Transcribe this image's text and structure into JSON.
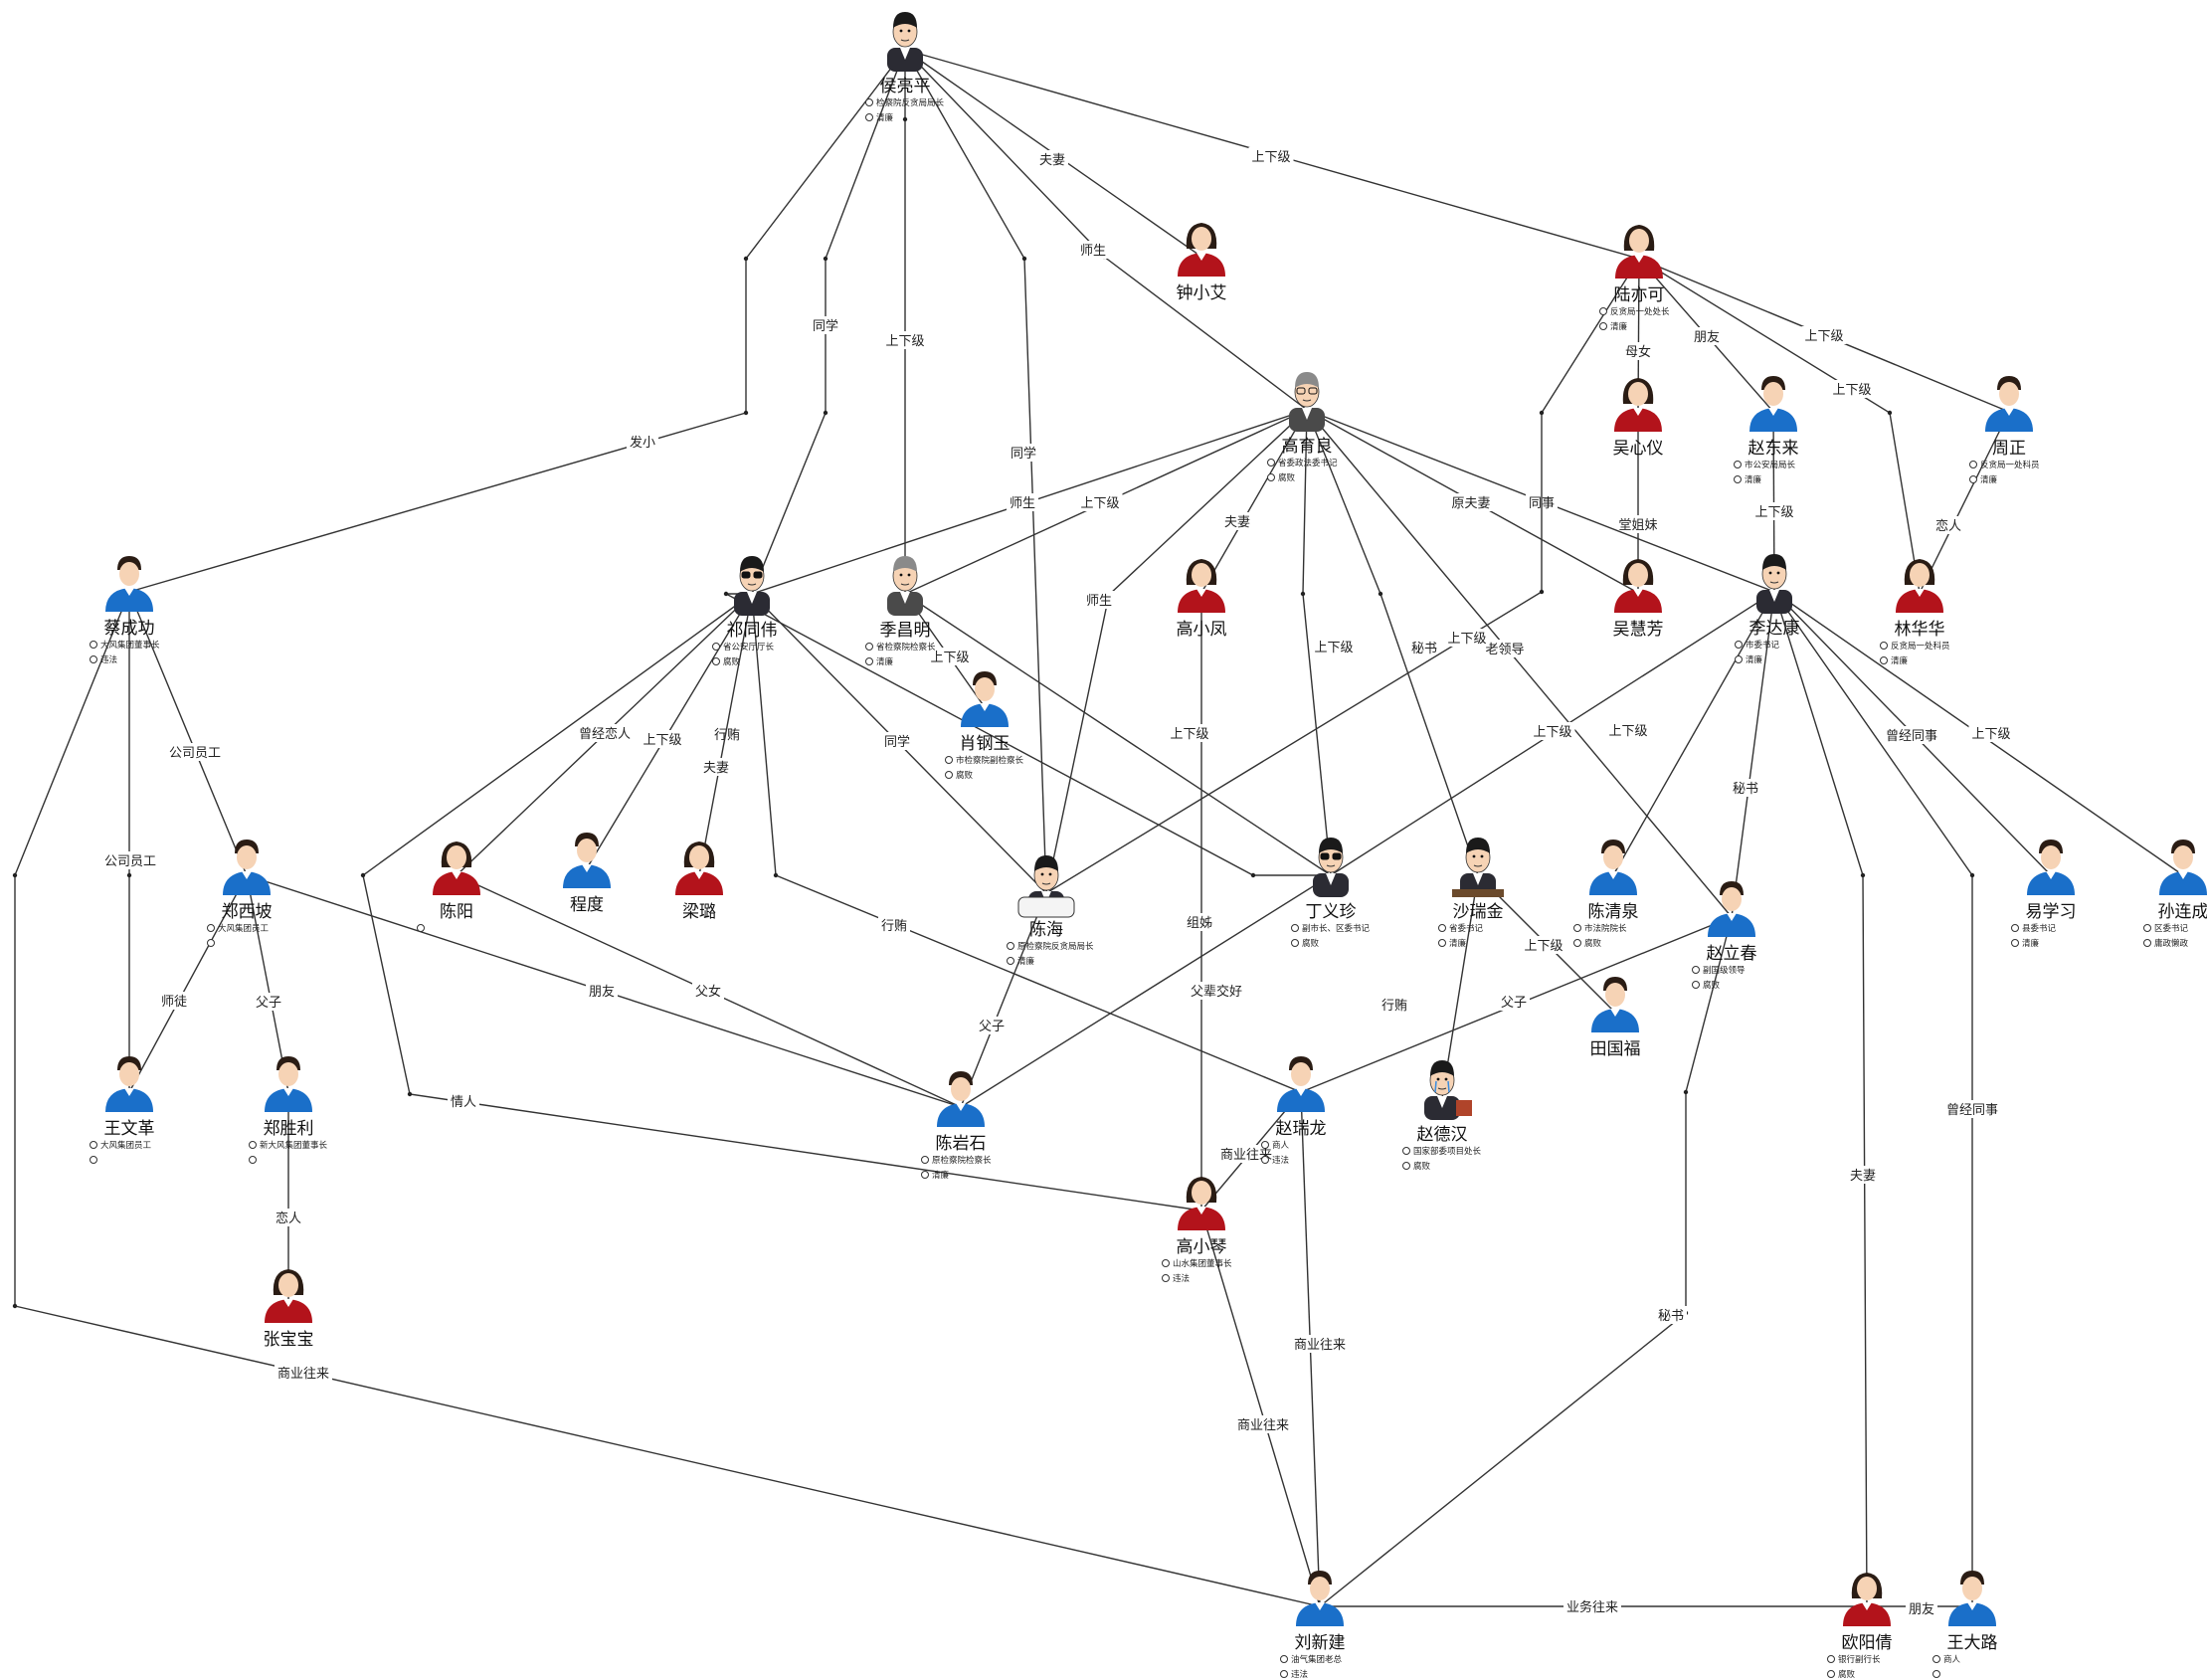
{
  "colors": {
    "male": "#1a6fc9",
    "female": "#b3131b",
    "skin": "#f6d3b5",
    "hair": "#2a1c14",
    "line": "#333333"
  },
  "nodes": [
    {
      "id": "hlp",
      "name": "侯亮平",
      "gender": "male",
      "icon": "cartoon-man-suit-icon",
      "attrs": [
        "检察院反贪局局长",
        "清廉"
      ]
    },
    {
      "id": "zxw",
      "name": "钟小艾",
      "gender": "female",
      "icon": "woman-avatar-icon",
      "attrs": []
    },
    {
      "id": "lyk",
      "name": "陆亦可",
      "gender": "female",
      "icon": "woman-avatar-icon",
      "attrs": [
        "反贪局一处处长",
        "清廉"
      ]
    },
    {
      "id": "wxy",
      "name": "吴心仪",
      "gender": "female",
      "icon": "woman-avatar-icon",
      "attrs": []
    },
    {
      "id": "zdl",
      "name": "赵东来",
      "gender": "male",
      "icon": "man-avatar-icon",
      "attrs": [
        "市公安局局长",
        "清廉"
      ]
    },
    {
      "id": "zz",
      "name": "周正",
      "gender": "male",
      "icon": "man-avatar-icon",
      "attrs": [
        "反贪局一处科员",
        "清廉"
      ]
    },
    {
      "id": "gyl",
      "name": "高育良",
      "gender": "male",
      "icon": "cartoon-old-man-glasses-icon",
      "attrs": [
        "省委政法委书记",
        "腐败"
      ]
    },
    {
      "id": "gxf",
      "name": "高小凤",
      "gender": "female",
      "icon": "woman-avatar-icon",
      "attrs": []
    },
    {
      "id": "whf",
      "name": "吴慧芳",
      "gender": "female",
      "icon": "woman-avatar-icon",
      "attrs": []
    },
    {
      "id": "ldk",
      "name": "李达康",
      "gender": "male",
      "icon": "cartoon-man-sitting-icon",
      "attrs": [
        "市委书记",
        "清廉"
      ]
    },
    {
      "id": "lhh",
      "name": "林华华",
      "gender": "female",
      "icon": "woman-avatar-icon",
      "attrs": [
        "反贪局一处科员",
        "清廉"
      ]
    },
    {
      "id": "ccg",
      "name": "蔡成功",
      "gender": "male",
      "icon": "man-avatar-icon",
      "attrs": [
        "大风集团董事长",
        "违法"
      ]
    },
    {
      "id": "qtw",
      "name": "祁同伟",
      "gender": "male",
      "icon": "cartoon-man-sunglasses-icon",
      "attrs": [
        "省公安厅厅长",
        "腐败"
      ]
    },
    {
      "id": "jcm",
      "name": "季昌明",
      "gender": "male",
      "icon": "cartoon-old-man-icon",
      "attrs": [
        "省检察院检察长",
        "清廉"
      ]
    },
    {
      "id": "xgy",
      "name": "肖钢玉",
      "gender": "male",
      "icon": "man-avatar-icon",
      "attrs": [
        "市检察院副检察长",
        "腐败"
      ]
    },
    {
      "id": "zxp",
      "name": "郑西坡",
      "gender": "male",
      "icon": "man-avatar-icon",
      "attrs": [
        "大风集团员工",
        ""
      ]
    },
    {
      "id": "cy",
      "name": "陈阳",
      "gender": "female",
      "icon": "woman-avatar-icon",
      "attrs": [
        ""
      ]
    },
    {
      "id": "cd",
      "name": "程度",
      "gender": "male",
      "icon": "man-avatar-icon",
      "attrs": []
    },
    {
      "id": "ll",
      "name": "梁璐",
      "gender": "female",
      "icon": "woman-avatar-icon",
      "attrs": []
    },
    {
      "id": "ch",
      "name": "陈海",
      "gender": "male",
      "icon": "cartoon-bed-patient-icon",
      "attrs": [
        "原检察院反贪局局长",
        "清廉"
      ]
    },
    {
      "id": "dyz",
      "name": "丁义珍",
      "gender": "male",
      "icon": "cartoon-man-shades-icon",
      "attrs": [
        "副市长、区委书记",
        "腐败"
      ]
    },
    {
      "id": "srj",
      "name": "沙瑞金",
      "gender": "male",
      "icon": "cartoon-man-desk-icon",
      "attrs": [
        "省委书记",
        "清廉"
      ]
    },
    {
      "id": "cqq",
      "name": "陈清泉",
      "gender": "male",
      "icon": "man-avatar-icon",
      "attrs": [
        "市法院院长",
        "腐败"
      ]
    },
    {
      "id": "zlc",
      "name": "赵立春",
      "gender": "male",
      "icon": "man-avatar-icon",
      "attrs": [
        "副国级领导",
        "腐败"
      ]
    },
    {
      "id": "yxx",
      "name": "易学习",
      "gender": "male",
      "icon": "man-avatar-icon",
      "attrs": [
        "县委书记",
        "清廉"
      ]
    },
    {
      "id": "slc",
      "name": "孙连成",
      "gender": "male",
      "icon": "man-avatar-icon",
      "attrs": [
        "区委书记",
        "庸政懒政"
      ]
    },
    {
      "id": "tgf",
      "name": "田国福",
      "gender": "male",
      "icon": "man-avatar-icon",
      "attrs": []
    },
    {
      "id": "wwg",
      "name": "王文革",
      "gender": "male",
      "icon": "man-avatar-icon",
      "attrs": [
        "大风集团员工",
        ""
      ]
    },
    {
      "id": "zsl",
      "name": "郑胜利",
      "gender": "male",
      "icon": "man-avatar-icon",
      "attrs": [
        "新大风集团董事长",
        ""
      ]
    },
    {
      "id": "zbb",
      "name": "张宝宝",
      "gender": "female",
      "icon": "woman-avatar-icon",
      "attrs": []
    },
    {
      "id": "cys",
      "name": "陈岩石",
      "gender": "male",
      "icon": "man-avatar-icon",
      "attrs": [
        "原检察院检察长",
        "清廉"
      ]
    },
    {
      "id": "zrl",
      "name": "赵瑞龙",
      "gender": "male",
      "icon": "man-avatar-icon",
      "attrs": [
        "商人",
        "违法"
      ]
    },
    {
      "id": "zdh",
      "name": "赵德汉",
      "gender": "male",
      "icon": "cartoon-crying-man-icon",
      "attrs": [
        "国家部委项目处长",
        "腐败"
      ]
    },
    {
      "id": "gxq",
      "name": "高小琴",
      "gender": "female",
      "icon": "woman-avatar-icon",
      "attrs": [
        "山水集团董事长",
        "违法"
      ]
    },
    {
      "id": "lxj",
      "name": "刘新建",
      "gender": "male",
      "icon": "man-avatar-icon",
      "attrs": [
        "油气集团老总",
        "违法"
      ]
    },
    {
      "id": "oyq",
      "name": "欧阳倩",
      "gender": "female",
      "icon": "woman-avatar-icon",
      "attrs": [
        "银行副行长",
        "腐败"
      ]
    },
    {
      "id": "wdl",
      "name": "王大路",
      "gender": "male",
      "icon": "man-avatar-icon",
      "attrs": [
        "商人",
        ""
      ]
    }
  ],
  "edges": [
    {
      "label": "夫妻"
    },
    {
      "label": "上下级"
    },
    {
      "label": "师生"
    },
    {
      "label": "同学"
    },
    {
      "label": "上下级"
    },
    {
      "label": "同学"
    },
    {
      "label": "发小"
    },
    {
      "label": "母女"
    },
    {
      "label": "朋友"
    },
    {
      "label": "上下级"
    },
    {
      "label": "上下级"
    },
    {
      "label": "恋人"
    },
    {
      "label": "堂姐妹"
    },
    {
      "label": "上下级"
    },
    {
      "label": "师生"
    },
    {
      "label": "上下级"
    },
    {
      "label": "师生"
    },
    {
      "label": "夫妻"
    },
    {
      "label": "原夫妻"
    },
    {
      "label": "同事"
    },
    {
      "label": "上下级"
    },
    {
      "label": "秘书"
    },
    {
      "label": "老领导"
    },
    {
      "label": "上下级"
    },
    {
      "label": "组姊"
    },
    {
      "label": "曾经恋人"
    },
    {
      "label": "上下级"
    },
    {
      "label": "行贿"
    },
    {
      "label": "夫妻"
    },
    {
      "label": "同学"
    },
    {
      "label": "行贿"
    },
    {
      "label": "情人"
    },
    {
      "label": "上下级"
    },
    {
      "label": "上下级"
    },
    {
      "label": "上下级"
    },
    {
      "label": "上下级"
    },
    {
      "label": "秘书"
    },
    {
      "label": "曾经同事"
    },
    {
      "label": "上下级"
    },
    {
      "label": "夫妻"
    },
    {
      "label": "曾经同事"
    },
    {
      "label": "公司员工"
    },
    {
      "label": "公司员工"
    },
    {
      "label": "师徒"
    },
    {
      "label": "父子"
    },
    {
      "label": "恋人"
    },
    {
      "label": "朋友"
    },
    {
      "label": "父女"
    },
    {
      "label": "父子"
    },
    {
      "label": "父辈交好"
    },
    {
      "label": "行贿"
    },
    {
      "label": "父子"
    },
    {
      "label": "商业往来"
    },
    {
      "label": "商业往来"
    },
    {
      "label": "商业往来"
    },
    {
      "label": "秘书"
    },
    {
      "label": "商业往来"
    },
    {
      "label": "业务往来"
    },
    {
      "label": "朋友"
    },
    {
      "label": "上下级"
    }
  ]
}
